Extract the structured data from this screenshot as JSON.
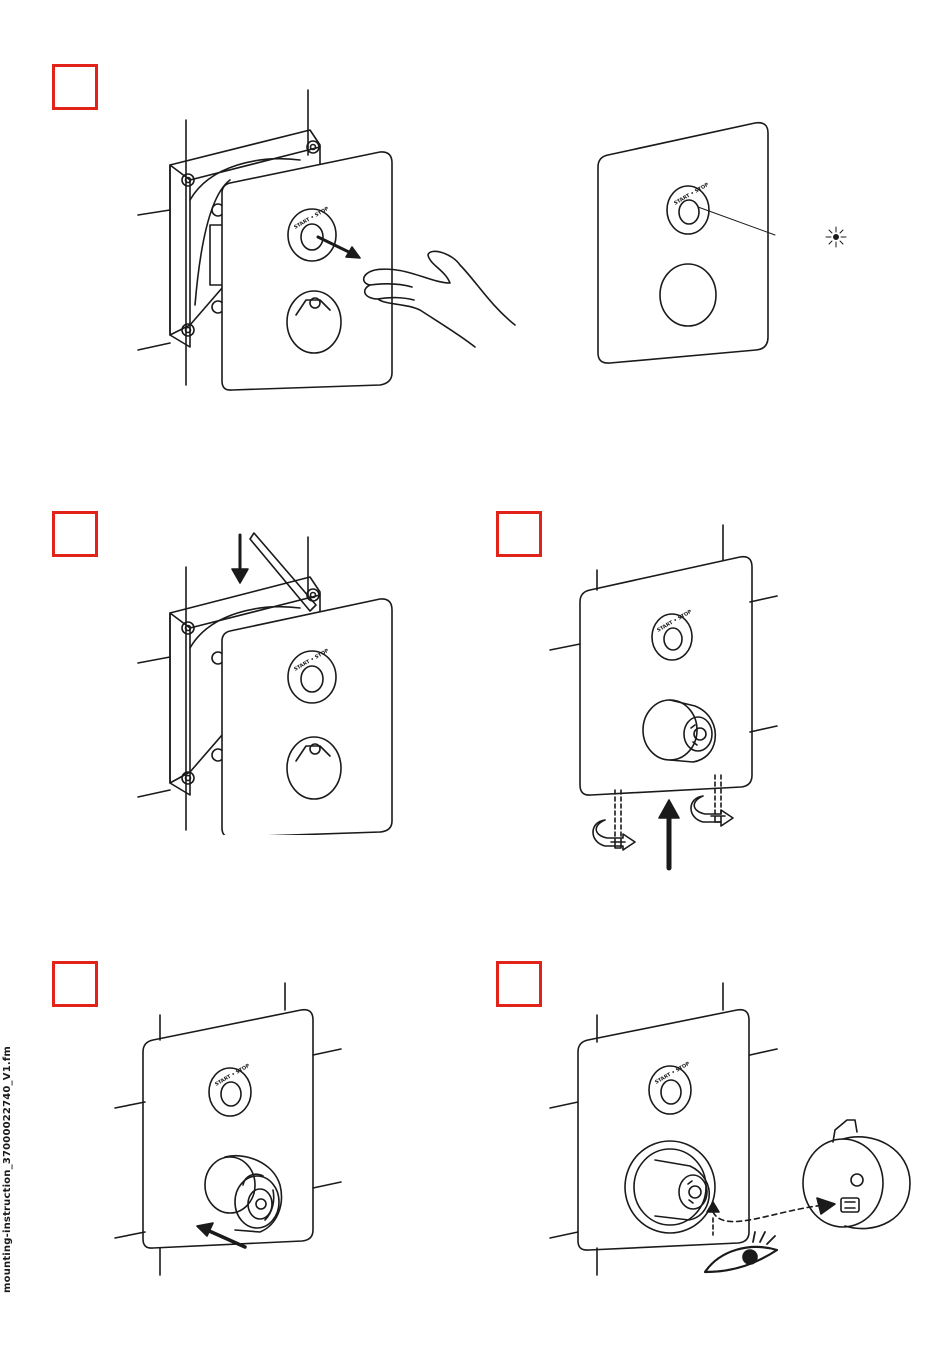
{
  "document": {
    "side_label": "mounting-instruction_37000022740_V1.fm",
    "button_label": "START • STOP"
  },
  "steps": [
    {
      "id": "step-1",
      "box_empty": true
    },
    {
      "id": "step-2",
      "box_empty": true
    },
    {
      "id": "step-3",
      "box_empty": true
    },
    {
      "id": "step-4",
      "box_empty": true
    },
    {
      "id": "step-5",
      "box_empty": true
    }
  ],
  "colors": {
    "step_box": "#e2231a",
    "line": "#1a1a1a"
  },
  "icons": [
    "sparkle-icon",
    "hand-icon",
    "eye-icon",
    "arrow-icon",
    "screw-icon",
    "rotation-arrow-icon"
  ]
}
